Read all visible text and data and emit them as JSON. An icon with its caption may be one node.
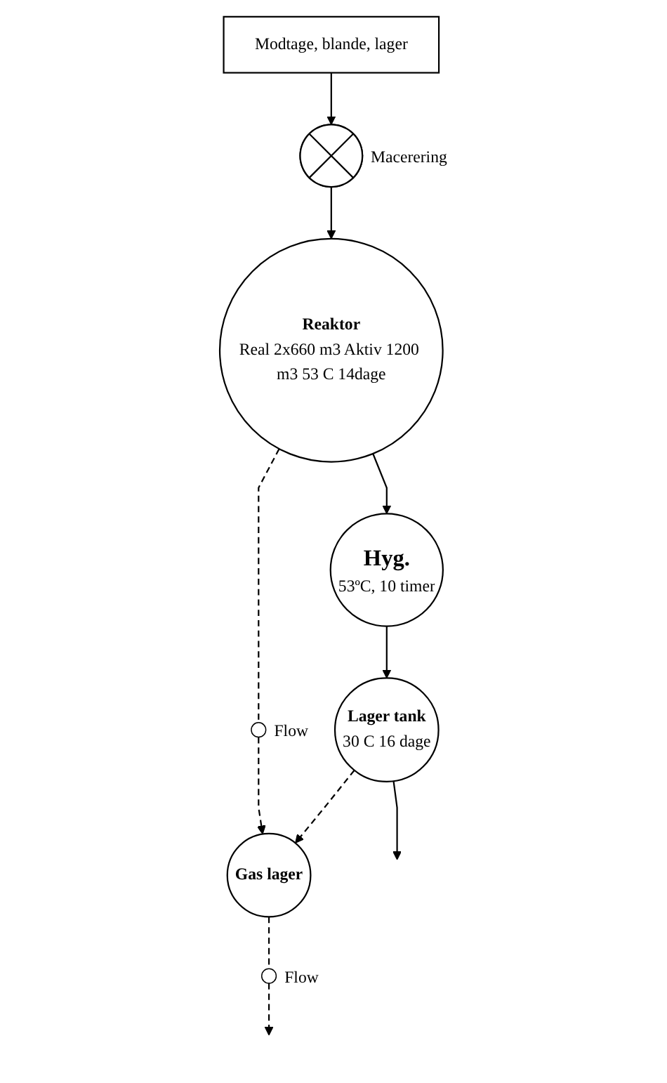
{
  "diagram": {
    "nodes": [
      {
        "text": [
          "Modtage, blande, lager"
        ]
      },
      {
        "text": [],
        "shape": "circle",
        "beside": [
          "Macerering"
        ]
      },
      {
        "text": [
          "Reaktor",
          "Real 2x660 m3 Aktiv 1200 m3 53 C 14dage"
        ]
      },
      {
        "text": [],
        "shape": "circle",
        "beside": [
          "Flow"
        ]
      },
      {
        "text": [
          "Gas lager"
        ]
      },
      {
        "text": [],
        "shape": "circle",
        "beside": [
          "Flow"
        ]
      },
      {
        "text": [
          "Hyg.",
          "53ºC, 10 timer"
        ]
      },
      {
        "text": [
          "Lager tank",
          "30 C 16 dage"
        ]
      }
    ],
    "edges": [
      {
        "from": 0,
        "to": 1,
        "arrow": "to"
      },
      {
        "from": 1,
        "to": 2,
        "arrow": "to"
      },
      {
        "from": 2,
        "to": 3,
        "arrow": "none",
        "style": "dashed"
      },
      {
        "from": 3,
        "to": 4,
        "arrow": "to",
        "style": "dashed"
      },
      {
        "from": 4,
        "to": 5,
        "arrow": "none",
        "style": "dashed"
      },
      {
        "from": 5,
        "to": null,
        "arrow": "to",
        "style": "dashed"
      },
      {
        "from": 2,
        "to": 6,
        "arrow": "to"
      },
      {
        "from": 6,
        "to": 7,
        "arrow": "to"
      },
      {
        "from": 7,
        "to": 4,
        "arrow": "to",
        "style": "dashed"
      },
      {
        "from": 7,
        "to": null,
        "arrow": "to"
      }
    ]
  }
}
